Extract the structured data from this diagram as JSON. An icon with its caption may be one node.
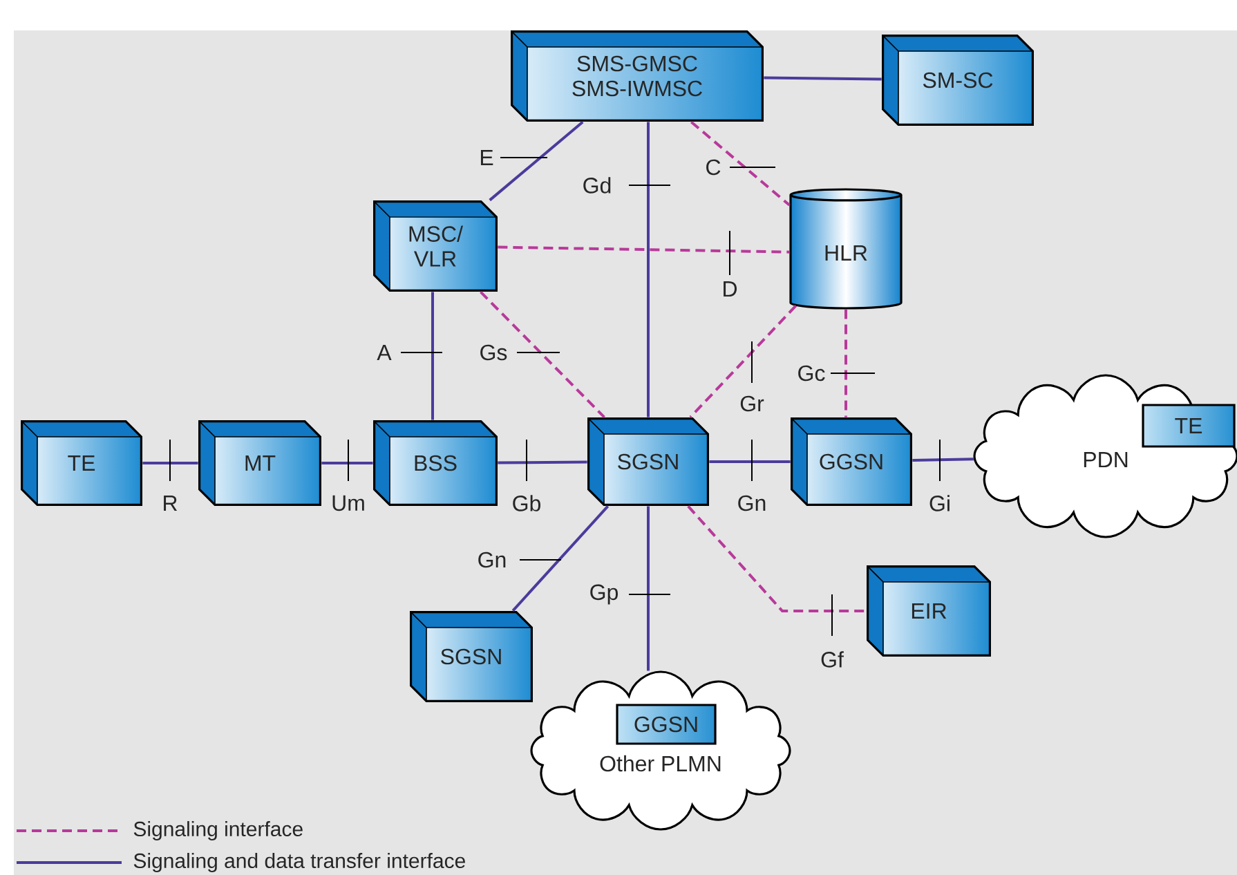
{
  "diagram": {
    "nodes": [
      {
        "text": [
          "SMS-GMSC SMS-IWMSC"
        ]
      },
      {
        "text": [
          "SM-SC"
        ]
      },
      {
        "text": [
          "MSC/ VLR"
        ]
      },
      {
        "text": [
          "HLR"
        ]
      },
      {
        "text": [
          "TE"
        ]
      },
      {
        "text": [
          "MT"
        ]
      },
      {
        "text": [
          "BSS"
        ]
      },
      {
        "text": [
          "SGSN"
        ]
      },
      {
        "text": [
          "GGSN"
        ]
      },
      {
        "text": [
          "PDN"
        ]
      },
      {
        "text": [
          "TE"
        ],
        "in": 9
      },
      {
        "text": [
          "SGSN"
        ]
      },
      {
        "text": [
          "EIR"
        ]
      },
      {
        "text": [
          "Other PLMN"
        ]
      },
      {
        "text": [
          "GGSN"
        ],
        "in": 13
      }
    ],
    "edges": [
      {
        "from": 0,
        "to": 1,
        "arrow": "none"
      },
      {
        "from": 0,
        "to": 2,
        "arrow": "none",
        "label": "E"
      },
      {
        "from": 0,
        "to": 7,
        "arrow": "none",
        "label": "Gd"
      },
      {
        "from": 0,
        "to": 3,
        "arrow": "none",
        "label": "C",
        "style": "dashed",
        "color": "#b8399a"
      },
      {
        "from": 2,
        "to": 3,
        "arrow": "none",
        "label": "D",
        "style": "dashed",
        "color": "#b8399a"
      },
      {
        "from": 2,
        "to": 6,
        "arrow": "none",
        "label": "A"
      },
      {
        "from": 2,
        "to": 7,
        "arrow": "none",
        "label": "Gs",
        "style": "dashed",
        "color": "#b8399a"
      },
      {
        "from": 3,
        "to": 7,
        "arrow": "none",
        "label": "Gr",
        "style": "dashed",
        "color": "#b8399a"
      },
      {
        "from": 3,
        "to": 8,
        "arrow": "none",
        "label": "Gc",
        "style": "dashed",
        "color": "#b8399a"
      },
      {
        "from": 4,
        "to": 5,
        "arrow": "none",
        "label": "R"
      },
      {
        "from": 5,
        "to": 6,
        "arrow": "none",
        "label": "Um"
      },
      {
        "from": 6,
        "to": 7,
        "arrow": "none",
        "label": "Gb"
      },
      {
        "from": 7,
        "to": 8,
        "arrow": "none",
        "label": "Gn"
      },
      {
        "from": 8,
        "to": 9,
        "arrow": "none",
        "label": "Gi"
      },
      {
        "from": 7,
        "to": 11,
        "arrow": "none",
        "label": "Gn"
      },
      {
        "from": 7,
        "to": 13,
        "arrow": "none",
        "label": "Gp"
      },
      {
        "from": 7,
        "to": 12,
        "arrow": "none",
        "label": "Gf",
        "style": "dashed",
        "color": "#b8399a"
      }
    ],
    "legend": [
      {
        "text": "Signaling interface"
      },
      {
        "text": "Signaling and data transfer interface"
      }
    ]
  }
}
